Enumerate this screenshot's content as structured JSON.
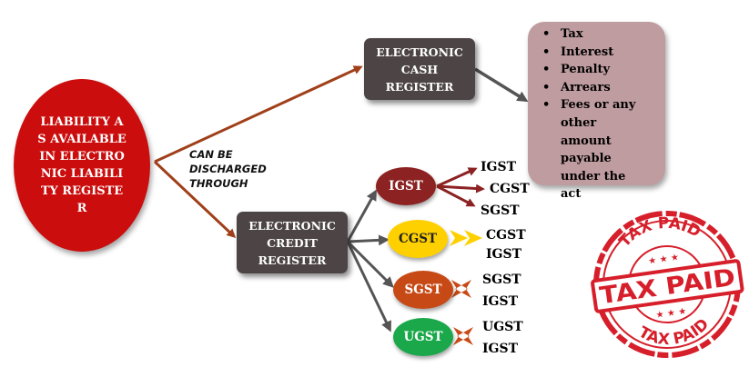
{
  "liability": {
    "text": "LIABILITY AS AVAILABLE IN ELECTRONIC LIABILITY REGISTER"
  },
  "connector_label": {
    "line1": "CAN BE",
    "line2": "DISCHARGED",
    "line3": "THROUGH"
  },
  "cash_register": {
    "line1": "ELECTRONIC",
    "line2": "CASH",
    "line3": "REGISTER"
  },
  "credit_register": {
    "line1": "ELECTRONIC",
    "line2": "CREDIT",
    "line3": "REGISTER"
  },
  "fees": {
    "items": [
      "Tax",
      "Interest",
      "Penalty",
      "Arrears",
      "Fees or any other amount payable under the act"
    ]
  },
  "credits": {
    "igst": {
      "name": "IGST",
      "targets": [
        "IGST",
        "CGST",
        "SGST"
      ]
    },
    "cgst": {
      "name": "CGST",
      "targets": [
        "CGST",
        "IGST"
      ]
    },
    "sgst": {
      "name": "SGST",
      "targets": [
        "SGST",
        "IGST"
      ]
    },
    "ugst": {
      "name": "UGST",
      "targets": [
        "UGST",
        "IGST"
      ]
    }
  },
  "stamp": {
    "top": "TAX PAID",
    "center": "TAX PAID",
    "bottom": "TAX PAID"
  },
  "colors": {
    "liability": "#cc0d0d",
    "register_box": "#4d4545",
    "fee_box": "#bf9ca0",
    "igst": "#8c2222",
    "cgst": "#ffd000",
    "sgst": "#c74a16",
    "ugst": "#1aa84a",
    "stamp": "#d61f2a",
    "arrow_brown": "#a0401a",
    "arrow_gray": "#555555"
  }
}
